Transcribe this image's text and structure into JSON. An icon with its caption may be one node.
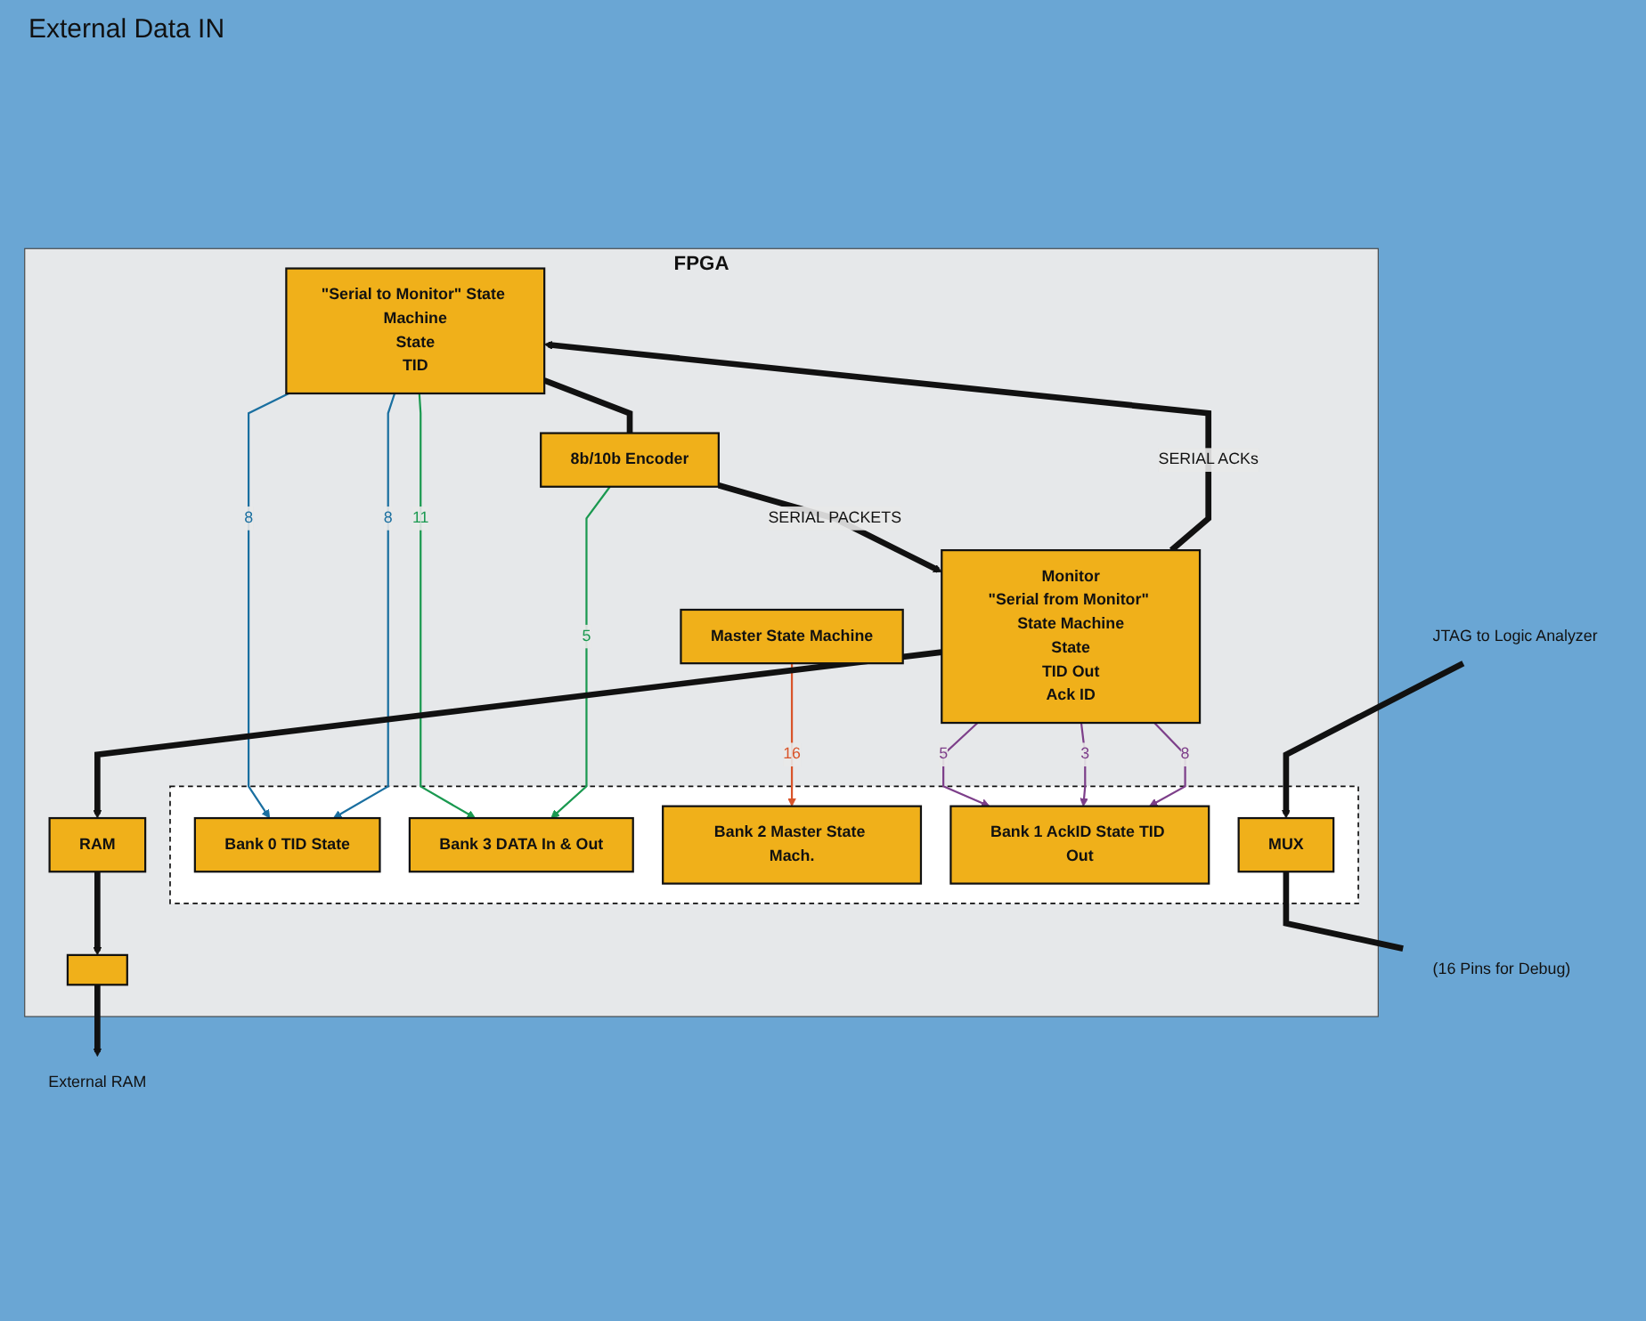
{
  "diagram": {
    "nodes": [
      {
        "text": [
          "FPGA"
        ]
      },
      {
        "text": [
          "\"Serial to Monitor\" State Machine",
          "State",
          "TID"
        ],
        "in": 0
      },
      {
        "text": [
          "8b/10b Encoder"
        ],
        "in": 0
      },
      {
        "text": [
          "Monitor",
          "\"Serial from Monitor\" State Machine",
          "State",
          "TID Out",
          "Ack ID"
        ],
        "in": 0
      },
      {
        "text": [
          "Master State Machine"
        ],
        "in": 0
      },
      {
        "text": [],
        "shape": "box",
        "in": 0
      },
      {
        "text": [
          "Bank 0 TID State"
        ],
        "in": 5
      },
      {
        "text": [
          "Bank 3 DATA In & Out"
        ],
        "in": 5
      },
      {
        "text": [
          "Bank 2 Master State Mach."
        ],
        "in": 5
      },
      {
        "text": [
          "Bank 1 AckID State TID Out"
        ],
        "in": 5
      },
      {
        "text": [
          "MUX"
        ],
        "in": 5
      },
      {
        "text": [
          "RAM"
        ],
        "in": 0
      },
      {
        "text": [],
        "shape": "box",
        "in": 0
      },
      {
        "text": [
          "JTAG to Logic Analyzer"
        ]
      },
      {
        "text": [
          "(16 Pins for Debug)"
        ]
      },
      {
        "text": [
          "External RAM"
        ]
      }
    ],
    "edges": [
      {
        "from": 1,
        "to": 2,
        "arrow": "none",
        "style": "thick"
      },
      {
        "from": 2,
        "to": 3,
        "arrow": "to",
        "label": "SERIAL PACKETS",
        "style": "thick"
      },
      {
        "from": 3,
        "to": 1,
        "arrow": "to",
        "label": "SERIAL ACKs",
        "style": "thick"
      },
      {
        "from": 1,
        "to": 6,
        "arrow": "to",
        "label": "8",
        "color": "#1a6fa0"
      },
      {
        "from": 1,
        "to": 6,
        "arrow": "to",
        "label": "8",
        "color": "#1a6fa0"
      },
      {
        "from": 1,
        "to": 7,
        "arrow": "to",
        "label": "11",
        "color": "#1a9950"
      },
      {
        "from": 2,
        "to": 7,
        "arrow": "to",
        "label": "5",
        "color": "#1a9950"
      },
      {
        "from": 4,
        "to": 8,
        "arrow": "to",
        "label": "16",
        "color": "#d9542a"
      },
      {
        "from": 3,
        "to": 9,
        "arrow": "to",
        "label": "5",
        "color": "#7d3f8a"
      },
      {
        "from": 3,
        "to": 9,
        "arrow": "to",
        "label": "3",
        "color": "#7d3f8a"
      },
      {
        "from": 3,
        "to": 9,
        "arrow": "to",
        "label": "8",
        "color": "#7d3f8a"
      },
      {
        "from": 3,
        "to": 11,
        "arrow": "to",
        "style": "thick"
      },
      {
        "from": 11,
        "to": 12,
        "arrow": "to",
        "style": "thick"
      },
      {
        "from": 12,
        "to": 15,
        "arrow": "to",
        "style": "thick"
      },
      {
        "from": 13,
        "to": 10,
        "arrow": "to",
        "style": "thick"
      },
      {
        "from": 10,
        "to": 14,
        "arrow": "none",
        "style": "thick"
      }
    ],
    "labels": [
      "External Data IN"
    ]
  }
}
